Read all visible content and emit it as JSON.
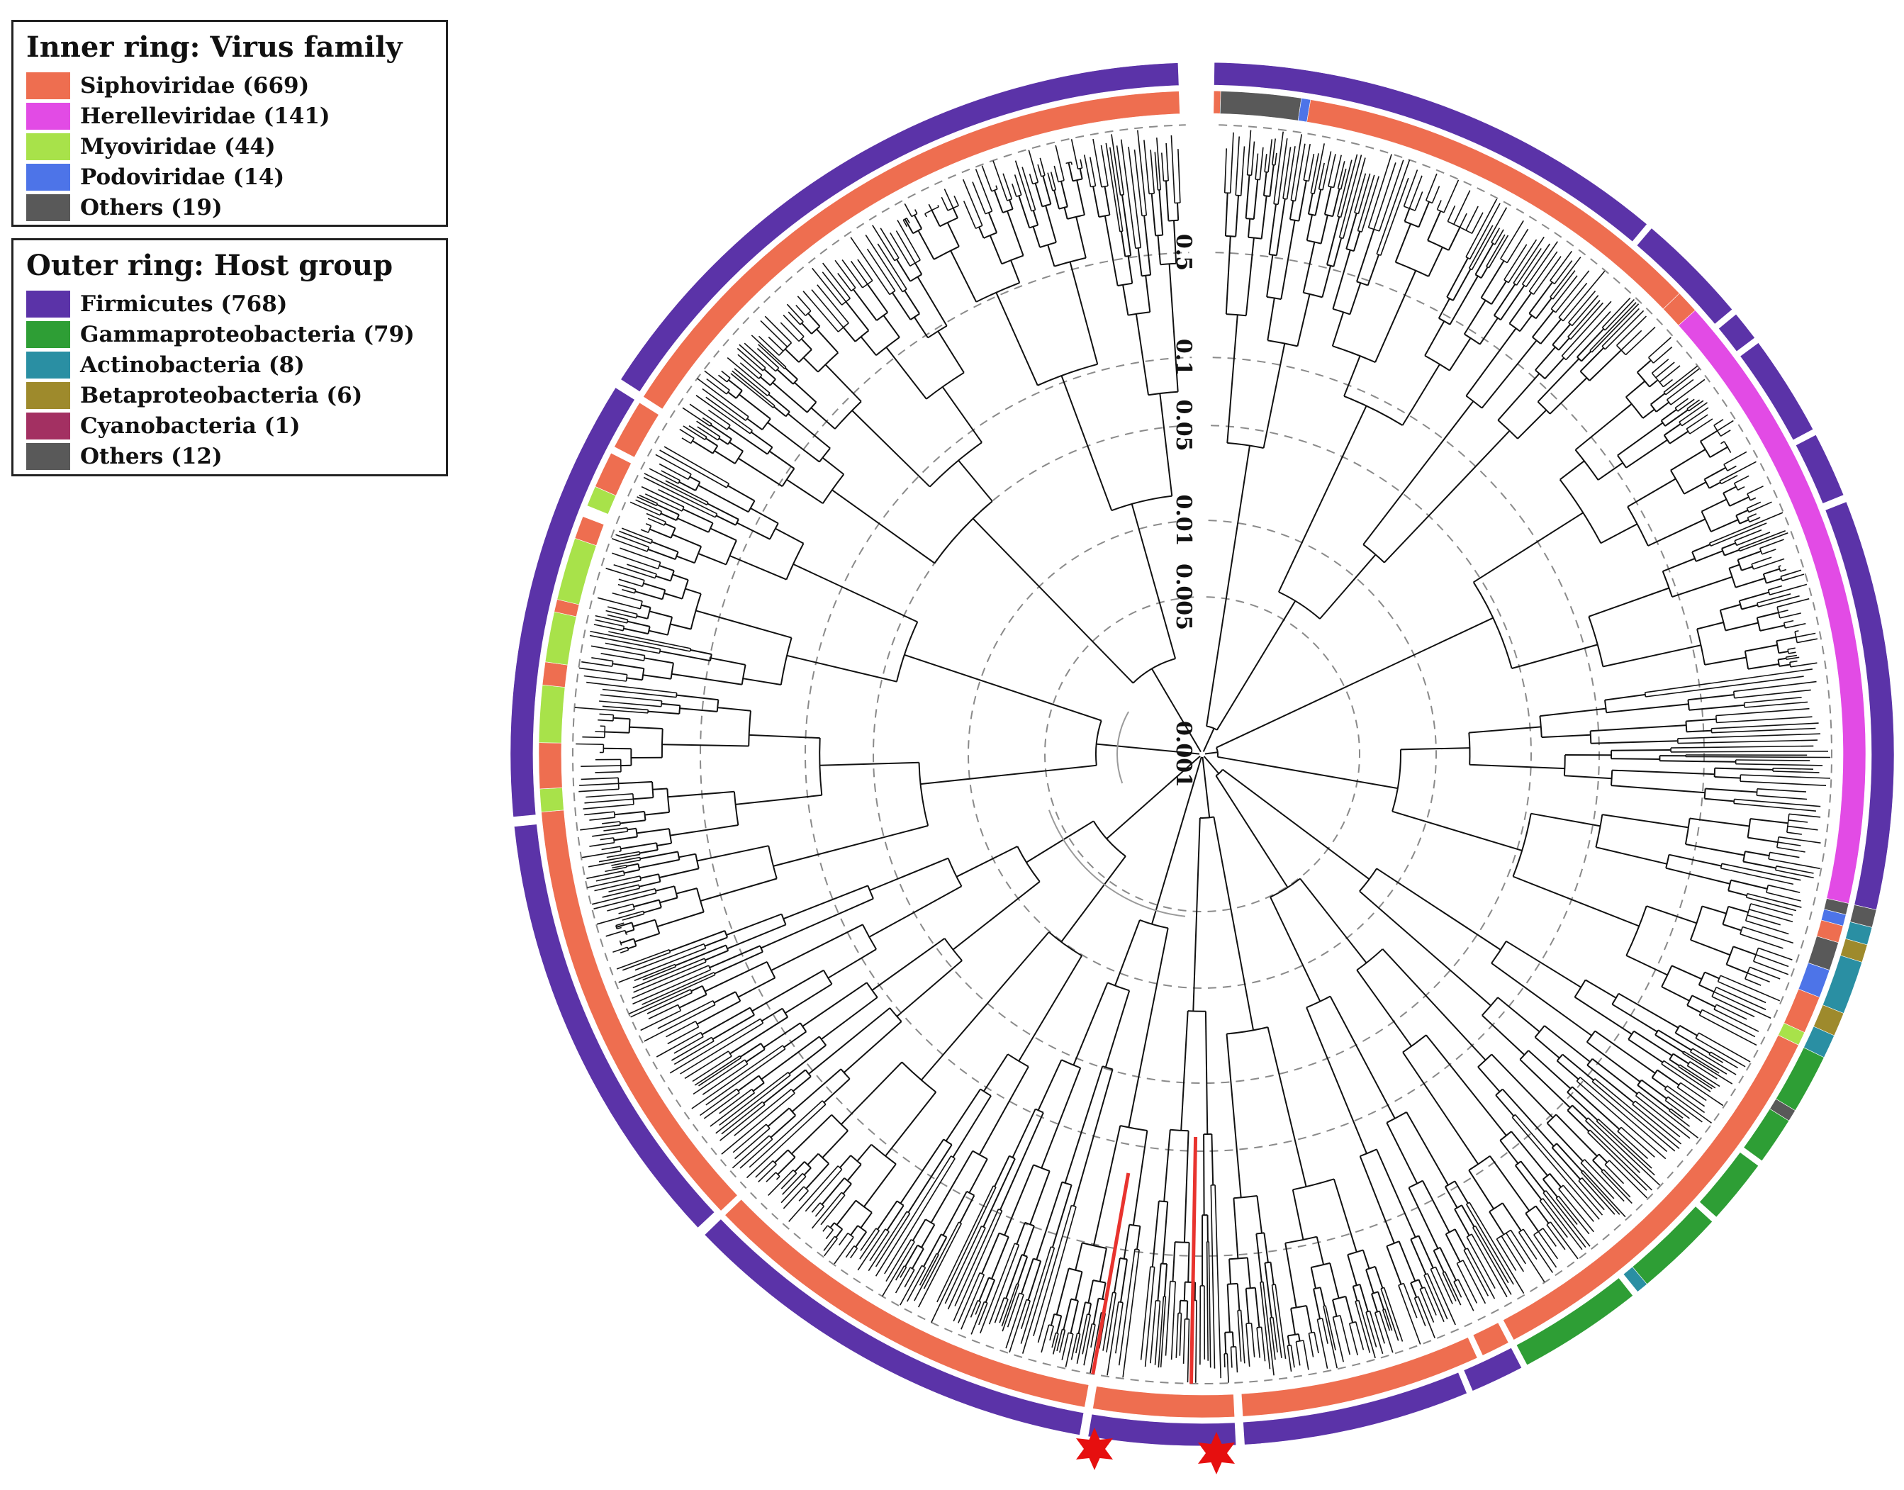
{
  "legend_inner": {
    "title": "Inner ring: Virus family",
    "items": [
      {
        "label": "Siphoviridae (669)",
        "color": "#EE6E50"
      },
      {
        "label": "Herelleviridae (141)",
        "color": "#E24BE5"
      },
      {
        "label": "Myoviridae (44)",
        "color": "#A8E24A"
      },
      {
        "label": "Podoviridae (14)",
        "color": "#4D74E8"
      },
      {
        "label": "Others (19)",
        "color": "#595959"
      }
    ]
  },
  "legend_outer": {
    "title": "Outer ring: Host group",
    "items": [
      {
        "label": "Firmicutes (768)",
        "color": "#5B33A8"
      },
      {
        "label": "Gammaproteobacteria (79)",
        "color": "#2E9E35"
      },
      {
        "label": "Actinobacteria (8)",
        "color": "#2A8FA3"
      },
      {
        "label": "Betaproteobacteria (6)",
        "color": "#9E8A2C"
      },
      {
        "label": "Cyanobacteria (1)",
        "color": "#A33062"
      },
      {
        "label": "Others (12)",
        "color": "#595959"
      }
    ]
  },
  "scale": {
    "ticks": [
      "0.001",
      "0.005",
      "0.01",
      "0.05",
      "0.1",
      "0.5"
    ]
  },
  "colors": {
    "branch": "#111111",
    "highlight_branch": "#E8332E",
    "star": "#E60F0F",
    "grid": "#8A8A8A"
  }
}
